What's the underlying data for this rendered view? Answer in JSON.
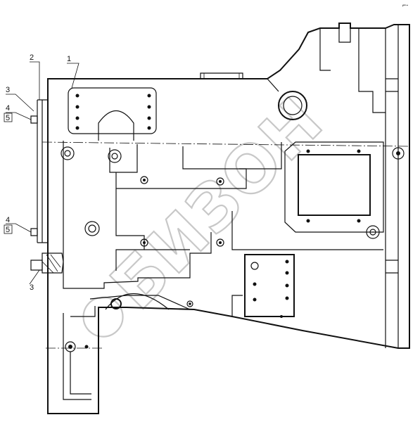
{
  "callouts": {
    "c1": "1",
    "c2": "2",
    "c3_top": "3",
    "c4_top": "4",
    "c5_top": "5",
    "c4_bottom": "4",
    "c5_bottom": "5",
    "c3_bottom": "3"
  },
  "corner_mark": "⌐-",
  "watermark": {
    "text": "БИЗОН",
    "color": "#c8c8c8"
  },
  "colors": {
    "line": "#111111",
    "background": "#ffffff"
  }
}
